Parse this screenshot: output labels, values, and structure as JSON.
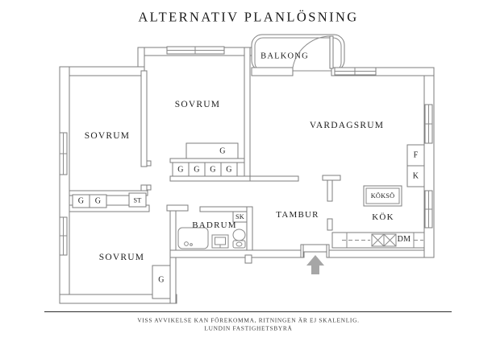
{
  "title": "ALTERNATIV PLANLÖSNING",
  "plan": {
    "rooms": {
      "bedroom_top": "SOVRUM",
      "bedroom_left": "SOVRUM",
      "bedroom_bottom": "SOVRUM",
      "living_room": "VARDAGSRUM",
      "balcony": "BALKONG",
      "hall": "TAMBUR",
      "bathroom": "BADRUM",
      "kitchen": "KÖK",
      "kitchen_island": "KÖKSÖ"
    },
    "units": {
      "wardrobe": "G",
      "cleaning_closet": "ST",
      "linen_closet": "SK",
      "fridge": "F",
      "freezer": "K",
      "dishwasher": "DM"
    }
  },
  "footer": {
    "disclaimer": "VISS AVVIKELSE KAN FÖREKOMMA, RITNINGEN ÄR EJ SKALENLIG.",
    "brand": "LUNDIN FASTIGHETSBYRÅ"
  },
  "colors": {
    "wall_line": "#7e7e7e",
    "text": "#1e1e1e",
    "entry_arrow": "#a6a6a6",
    "footer_text": "#3a3a3a"
  }
}
